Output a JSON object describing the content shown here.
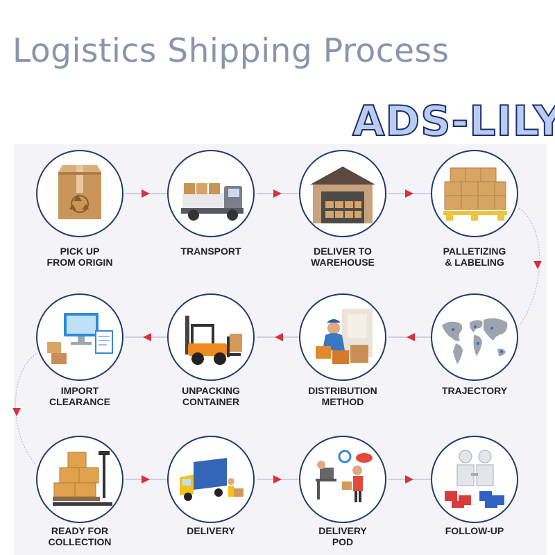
{
  "title": "Logistics Shipping Process",
  "brand": "ADS-LILY",
  "colors": {
    "title": "#8a95ad",
    "brand_fill": "#b8cdf0",
    "brand_stroke": "#1d2c6e",
    "circle_border": "#1f3b6e",
    "arrow": "#d9303a",
    "panel": "#f3f3f8"
  },
  "steps": [
    {
      "line1": "PICK UP",
      "line2": "FROM ORIGIN",
      "icon": "recycle-box-icon"
    },
    {
      "line1": "TRANSPORT",
      "line2": "",
      "icon": "truck-icon"
    },
    {
      "line1": "DELIVER TO",
      "line2": "WAREHOUSE",
      "icon": "warehouse-icon"
    },
    {
      "line1": "PALLETIZING",
      "line2": "& LABELING",
      "icon": "pallet-boxes-icon"
    },
    {
      "line1": "TRAJECTORY",
      "line2": "",
      "icon": "world-map-icon"
    },
    {
      "line1": "DISTRIBUTION",
      "line2": "METHOD",
      "icon": "worker-boxes-icon"
    },
    {
      "line1": "UNPACKING",
      "line2": "CONTAINER",
      "icon": "forklift-icon"
    },
    {
      "line1": "IMPORT",
      "line2": "CLEARANCE",
      "icon": "computer-clearance-icon"
    },
    {
      "line1": "READY FOR",
      "line2": "COLLECTION",
      "icon": "pallet-jack-icon"
    },
    {
      "line1": "DELIVERY",
      "line2": "",
      "icon": "delivery-truck-icon"
    },
    {
      "line1": "DELIVERY",
      "line2": "POD",
      "icon": "courier-desk-icon"
    },
    {
      "line1": "FOLLOW-UP",
      "line2": "",
      "icon": "handshake-icon"
    }
  ]
}
